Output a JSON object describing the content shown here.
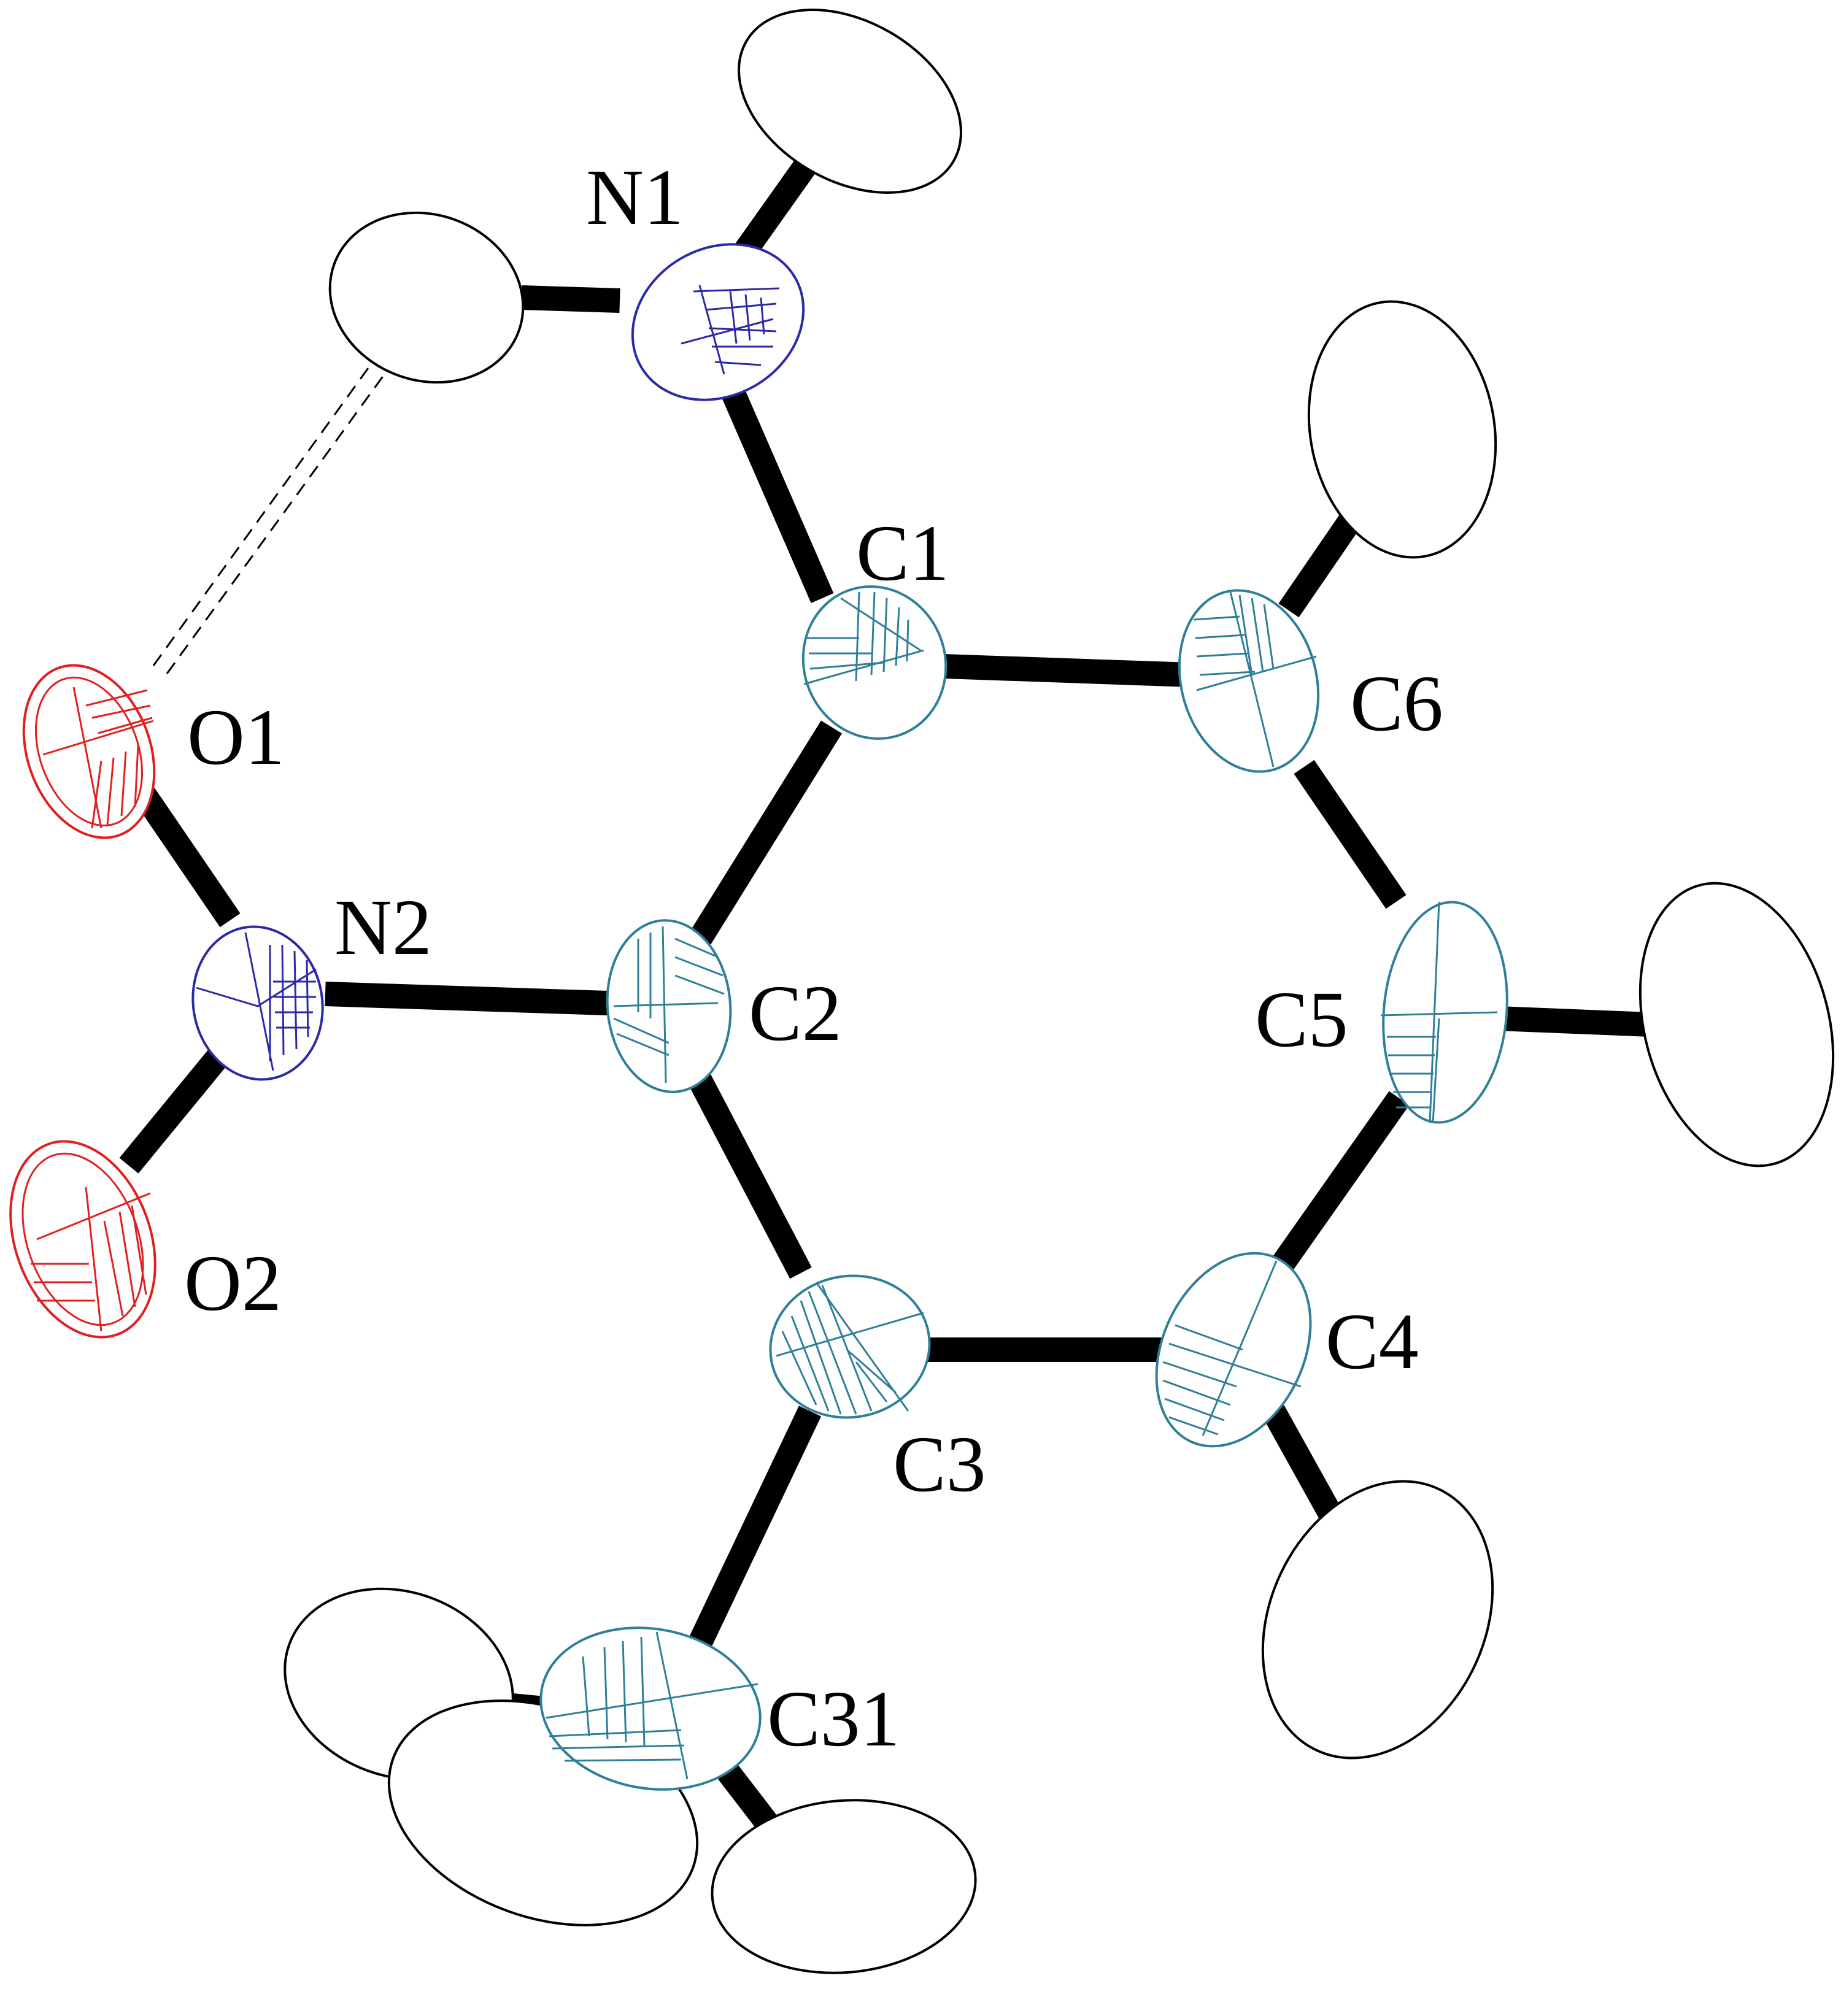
{
  "labels": {
    "N1": "N1",
    "C1": "C1",
    "C6": "C6",
    "O1": "O1",
    "N2": "N2",
    "C2": "C2",
    "C5": "C5",
    "O2": "O2",
    "C4": "C4",
    "C3": "C3",
    "C31": "C31"
  },
  "colors": {
    "carbon": "#2f7f99",
    "nitrogen": "#2a2aa8",
    "oxygen": "#e02020",
    "hydrogen": "#000000",
    "bond": "#000000"
  }
}
